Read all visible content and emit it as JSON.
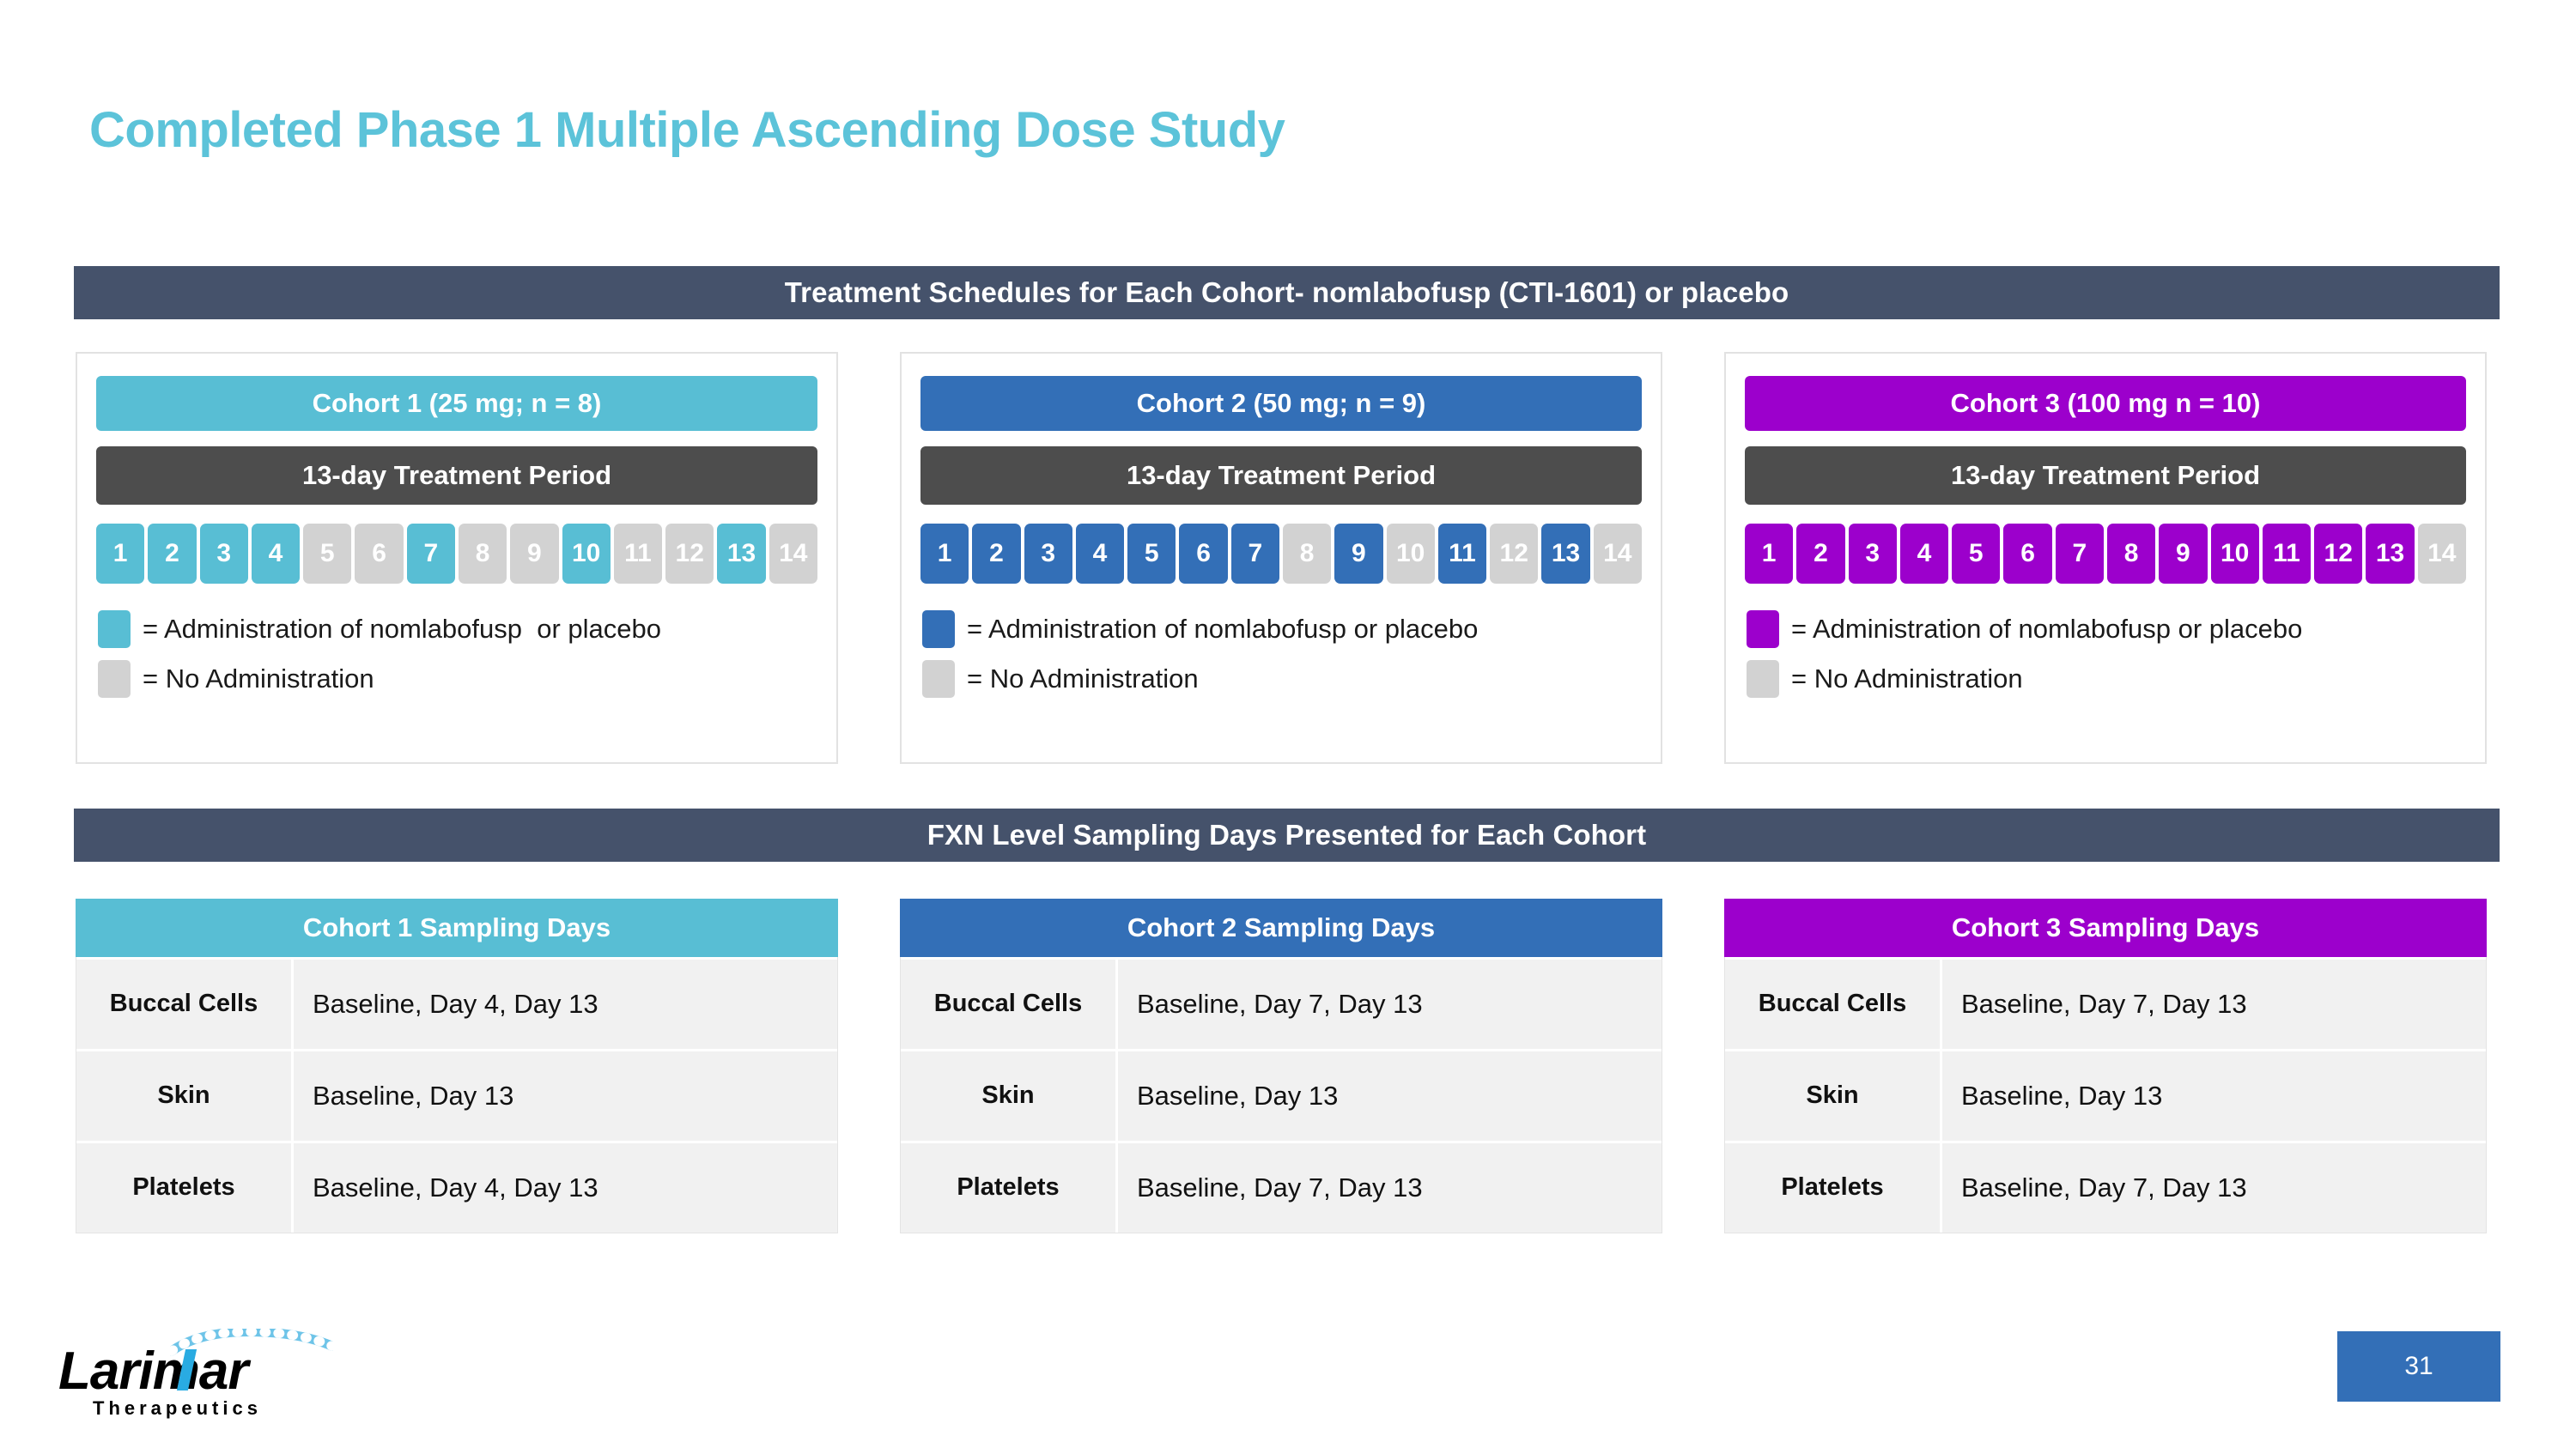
{
  "slide": {
    "title": "Completed Phase 1 Multiple Ascending Dose Study",
    "page_number": "31",
    "title_color": "#5cc3d9"
  },
  "banners": {
    "treatment": "Treatment Schedules for Each Cohort- nomlabofusp (CTI-1601) or placebo",
    "fxn": "FXN Level Sampling Days Presented for Each Cohort",
    "color": "#45526b"
  },
  "cohorts": [
    {
      "title": "Cohort 1 (25 mg; n = 8)",
      "period": "13-day Treatment Period",
      "color": "#58bed4",
      "inactive_color": "#d2d2d2",
      "days": [
        {
          "label": "1",
          "active": true
        },
        {
          "label": "2",
          "active": true
        },
        {
          "label": "3",
          "active": true
        },
        {
          "label": "4",
          "active": true
        },
        {
          "label": "5",
          "active": false
        },
        {
          "label": "6",
          "active": false
        },
        {
          "label": "7",
          "active": true
        },
        {
          "label": "8",
          "active": false
        },
        {
          "label": "9",
          "active": false
        },
        {
          "label": "10",
          "active": true
        },
        {
          "label": "11",
          "active": false
        },
        {
          "label": "12",
          "active": false
        },
        {
          "label": "13",
          "active": true
        },
        {
          "label": "14",
          "active": false
        }
      ],
      "legend_active": "= Administration of nomlabofusp  or placebo",
      "legend_inactive": "= No Administration"
    },
    {
      "title": "Cohort 2 (50 mg; n = 9)",
      "period": "13-day Treatment Period",
      "color": "#336fb7",
      "inactive_color": "#d2d2d2",
      "days": [
        {
          "label": "1",
          "active": true
        },
        {
          "label": "2",
          "active": true
        },
        {
          "label": "3",
          "active": true
        },
        {
          "label": "4",
          "active": true
        },
        {
          "label": "5",
          "active": true
        },
        {
          "label": "6",
          "active": true
        },
        {
          "label": "7",
          "active": true
        },
        {
          "label": "8",
          "active": false
        },
        {
          "label": "9",
          "active": true
        },
        {
          "label": "10",
          "active": false
        },
        {
          "label": "11",
          "active": true
        },
        {
          "label": "12",
          "active": false
        },
        {
          "label": "13",
          "active": true
        },
        {
          "label": "14",
          "active": false
        }
      ],
      "legend_active": "= Administration of nomlabofusp or placebo",
      "legend_inactive": "= No Administration"
    },
    {
      "title": "Cohort 3 (100 mg n = 10)",
      "period": "13-day Treatment Period",
      "color": "#9c00cc",
      "inactive_color": "#d2d2d2",
      "days": [
        {
          "label": "1",
          "active": true
        },
        {
          "label": "2",
          "active": true
        },
        {
          "label": "3",
          "active": true
        },
        {
          "label": "4",
          "active": true
        },
        {
          "label": "5",
          "active": true
        },
        {
          "label": "6",
          "active": true
        },
        {
          "label": "7",
          "active": true
        },
        {
          "label": "8",
          "active": true
        },
        {
          "label": "9",
          "active": true
        },
        {
          "label": "10",
          "active": true
        },
        {
          "label": "11",
          "active": true
        },
        {
          "label": "12",
          "active": true
        },
        {
          "label": "13",
          "active": true
        },
        {
          "label": "14",
          "active": false
        }
      ],
      "legend_active": "= Administration of nomlabofusp or placebo",
      "legend_inactive": "= No Administration"
    }
  ],
  "sampling_tables": [
    {
      "header": "Cohort 1 Sampling Days",
      "color": "#58bed4",
      "rows": [
        {
          "label": "Buccal Cells",
          "value": "Baseline, Day 4, Day 13"
        },
        {
          "label": "Skin",
          "value": "Baseline, Day 13"
        },
        {
          "label": "Platelets",
          "value": "Baseline, Day 4, Day 13"
        }
      ]
    },
    {
      "header": "Cohort 2 Sampling Days",
      "color": "#336fb7",
      "rows": [
        {
          "label": "Buccal Cells",
          "value": "Baseline, Day 7, Day 13"
        },
        {
          "label": "Skin",
          "value": "Baseline, Day 13"
        },
        {
          "label": "Platelets",
          "value": "Baseline, Day 7, Day 13"
        }
      ]
    },
    {
      "header": "Cohort 3 Sampling Days",
      "color": "#9c00cc",
      "rows": [
        {
          "label": "Buccal Cells",
          "value": "Baseline, Day 7, Day 13"
        },
        {
          "label": "Skin",
          "value": "Baseline, Day 13"
        },
        {
          "label": "Platelets",
          "value": "Baseline, Day 7, Day 13"
        }
      ]
    }
  ],
  "logo": {
    "word": "Larimar",
    "subtitle": "Therapeutics",
    "accent_color": "#29abe2"
  }
}
